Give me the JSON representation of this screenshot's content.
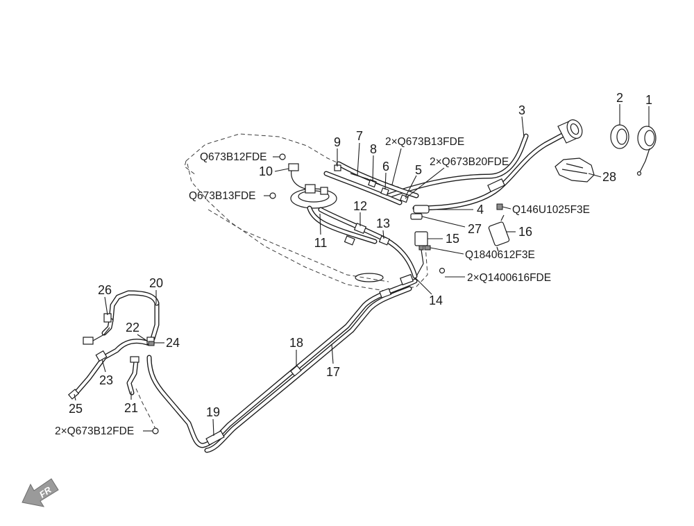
{
  "diagram": {
    "colors": {
      "line": "#1a1a1a",
      "background": "#ffffff",
      "fr_arrow": "#9a9a9a"
    },
    "callouts": {
      "c1": "1",
      "c2": "2",
      "c3": "3",
      "c4": "4",
      "c5": "5",
      "c6": "6",
      "c7": "7",
      "c8": "8",
      "c9": "9",
      "c10": "10",
      "c11": "11",
      "c12": "12",
      "c13": "13",
      "c14": "14",
      "c15": "15",
      "c16": "16",
      "c17": "17",
      "c18": "18",
      "c19": "19",
      "c20": "20",
      "c21": "21",
      "c22": "22",
      "c23": "23",
      "c24": "24",
      "c25": "25",
      "c26": "26",
      "c27": "27",
      "c28": "28"
    },
    "part_codes": {
      "clamp_a": "Q673B12FDE",
      "clamp_b": "Q673B13FDE",
      "clamp_c": "2×Q673B13FDE",
      "clamp_d": "2×Q673B20FDE",
      "bolt_a": "Q146U1025F3E",
      "bolt_b": "Q1840612F3E",
      "bolt_c": "2×Q1400616FDE",
      "clamp_e": "2×Q673B12FDE"
    },
    "orientation_label": "FR"
  }
}
